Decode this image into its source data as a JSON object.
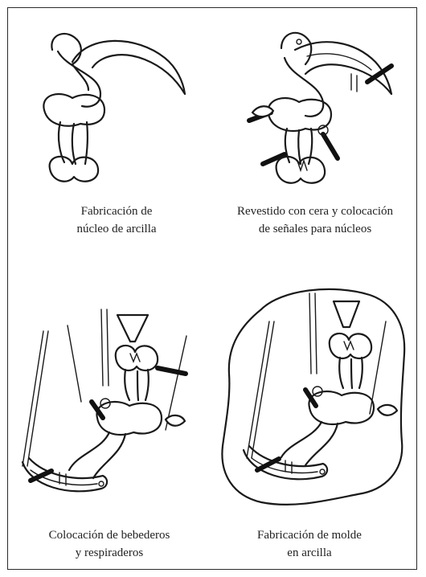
{
  "steps": [
    {
      "line1": "Fabricación de",
      "line2": "núcleo de arcilla",
      "icon": "clay-core-sculpture-icon"
    },
    {
      "line1": "Revestido con cera y colocación",
      "line2": "de señales para núcleos",
      "icon": "wax-coated-sculpture-icon"
    },
    {
      "line1": "Colocación de bebederos",
      "line2": "y respiraderos",
      "icon": "sprues-and-vents-icon"
    },
    {
      "line1": "Fabricación de molde",
      "line2": "en arcilla",
      "icon": "clay-mold-icon"
    }
  ]
}
